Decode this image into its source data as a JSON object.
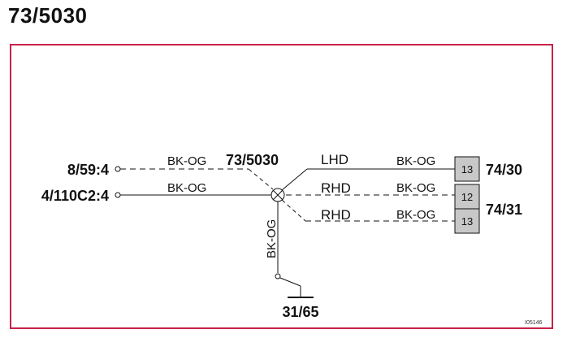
{
  "title": "73/5030",
  "splice_label": "73/5030",
  "left_terminals": [
    {
      "id": "8/59:4",
      "wire": "BK-OG"
    },
    {
      "id": "4/110C2:4",
      "wire": "BK-OG"
    }
  ],
  "branches": [
    {
      "variant": "LHD",
      "wire": "BK-OG",
      "pin": "13"
    },
    {
      "variant": "RHD",
      "wire": "BK-OG",
      "pin": "12"
    },
    {
      "variant": "RHD",
      "wire": "BK-OG",
      "pin": "13"
    }
  ],
  "connectors": [
    "74/30",
    "74/31"
  ],
  "ground": {
    "wire": "BK-OG",
    "label": "31/65"
  },
  "figure_id": "I05146",
  "colors": {
    "frame": "#c8224a",
    "connector_fill": "#c8c8c8",
    "line": "#111111"
  }
}
